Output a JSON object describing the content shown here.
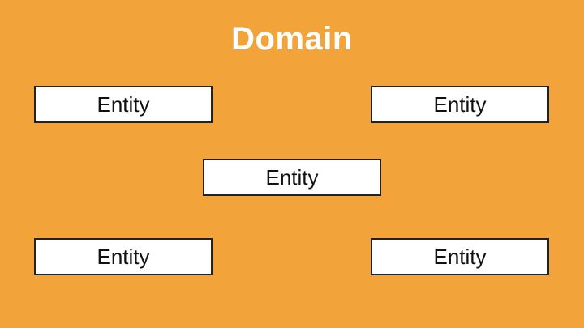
{
  "slide": {
    "title": "Domain",
    "background_color": "#F2A33A",
    "title_color": "#FFFFFF",
    "box_fill_color": "#FFFFFF",
    "box_border_color": "#222222"
  },
  "entities": [
    {
      "label": "Entity"
    },
    {
      "label": "Entity"
    },
    {
      "label": "Entity"
    },
    {
      "label": "Entity"
    },
    {
      "label": "Entity"
    }
  ]
}
